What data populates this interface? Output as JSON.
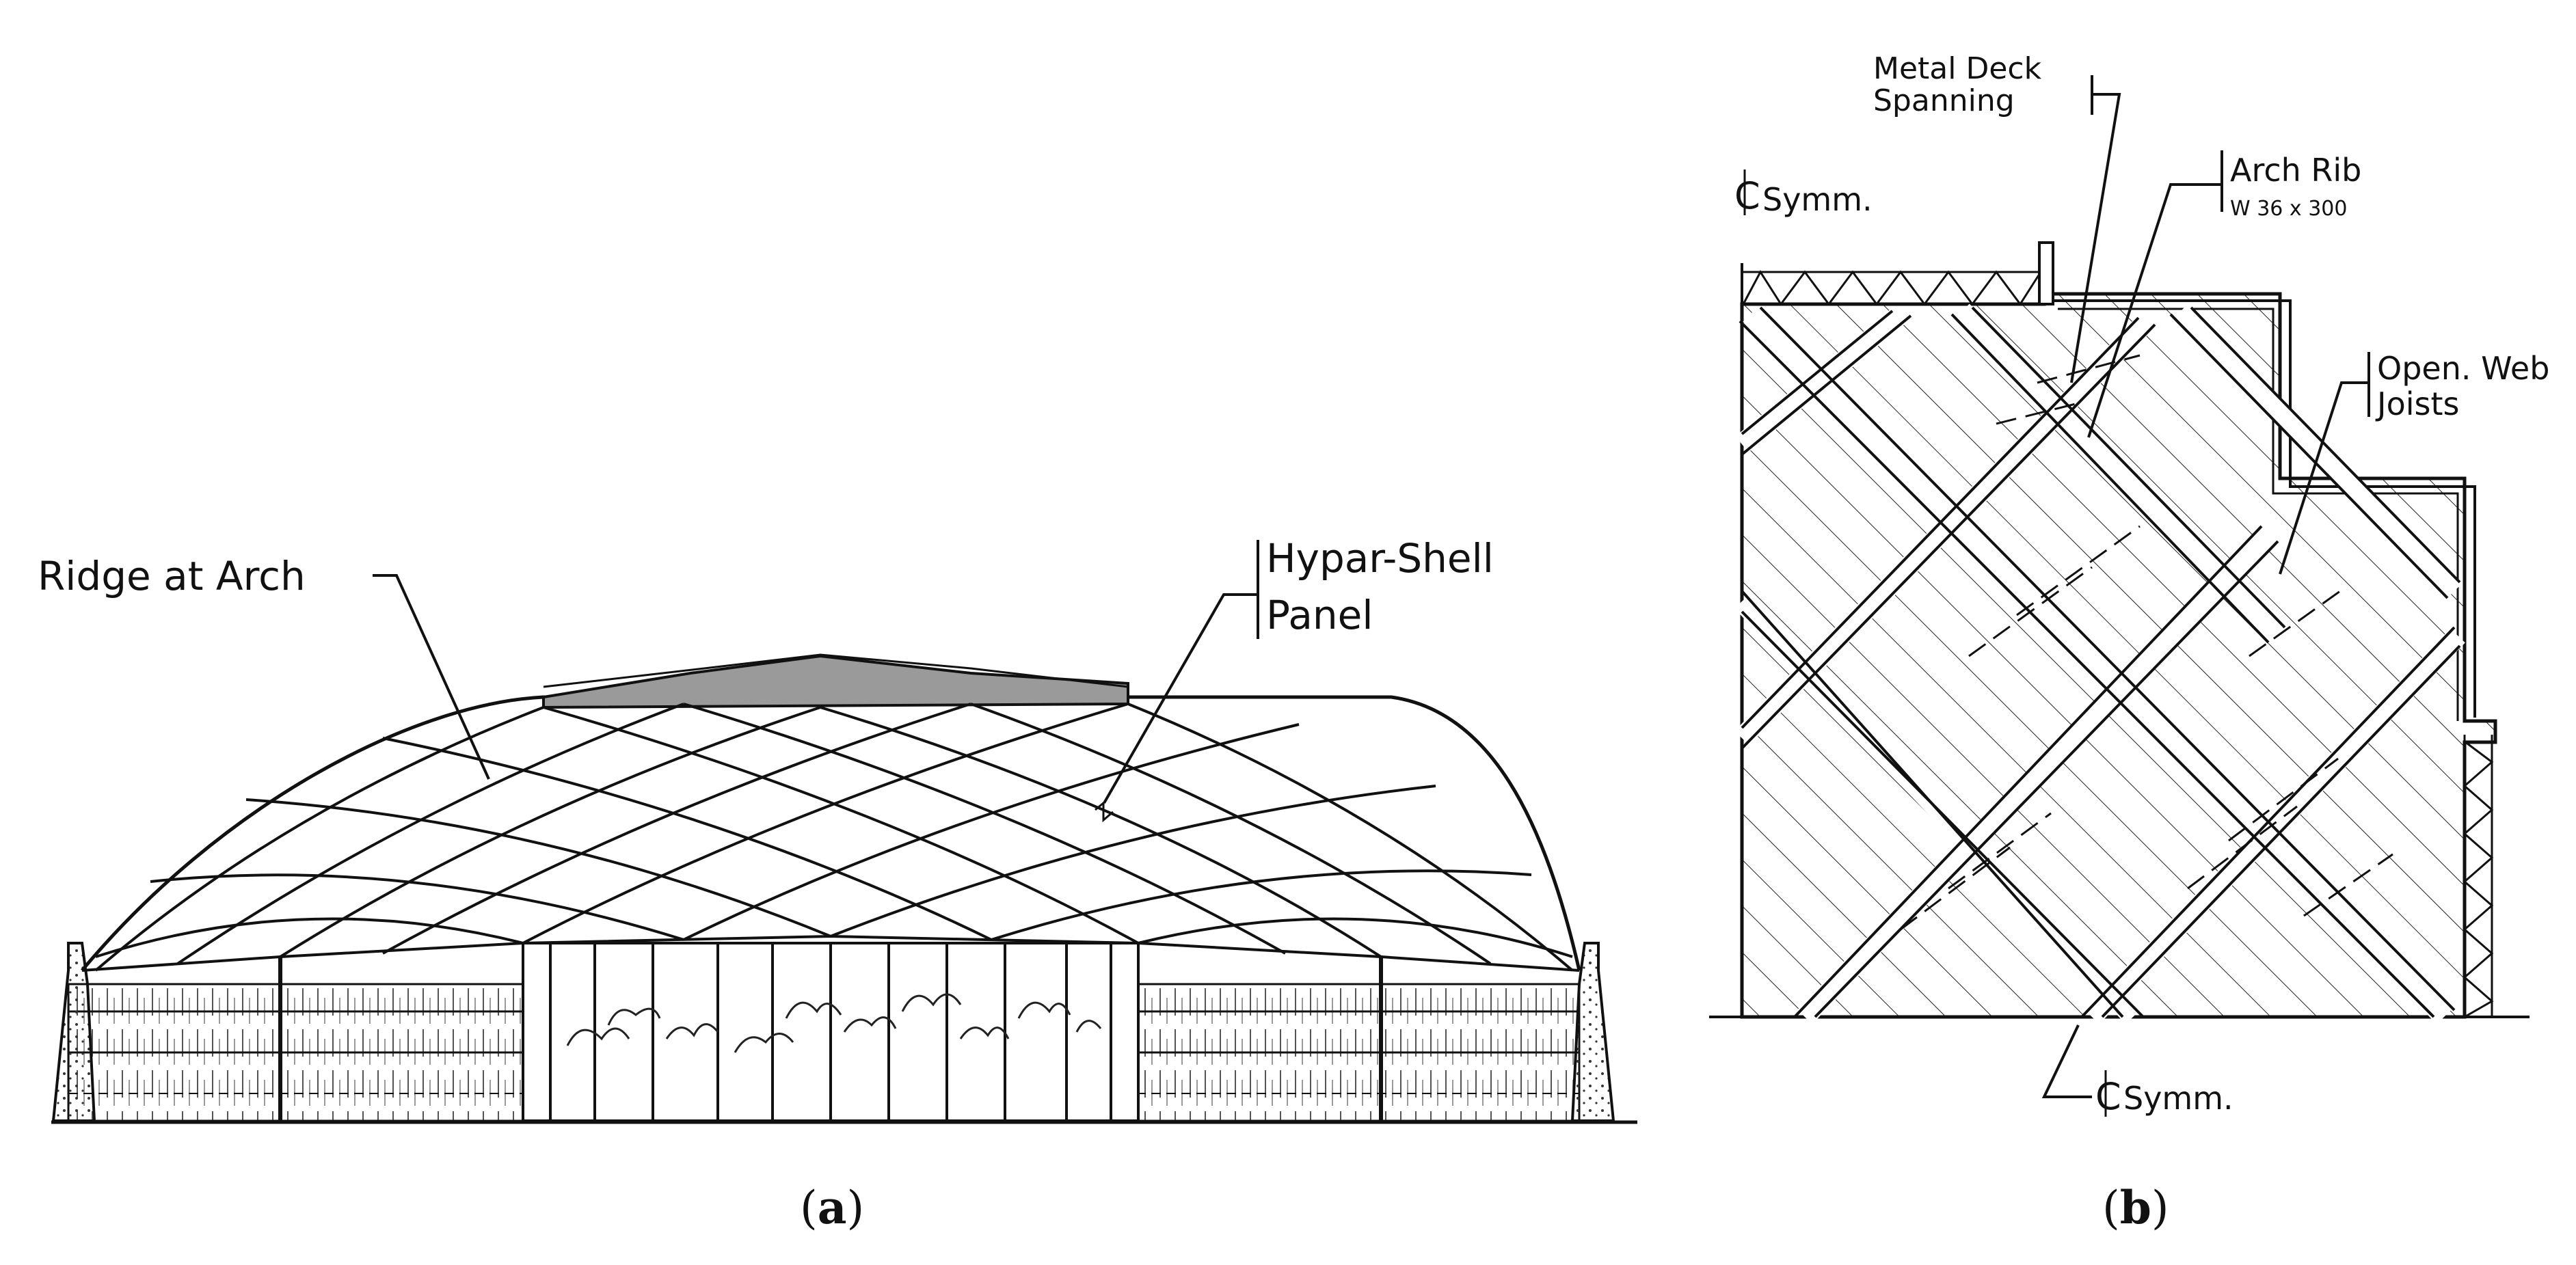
{
  "panel_a": {
    "caption_open": "(",
    "caption_letter": "a",
    "caption_close": ")",
    "label_ridge": "Ridge at Arch",
    "label_hypar_1": "Hypar-Shell",
    "label_hypar_2": "Panel"
  },
  "panel_b": {
    "caption_open": "(",
    "caption_letter": "b",
    "caption_close": ")",
    "label_deck_1": "Metal Deck",
    "label_deck_2": "Spanning",
    "label_rib_1": "Arch Rib",
    "label_rib_2": "W 36 x 300",
    "label_joists_1": "Open. Web",
    "label_joists_2": "Joists",
    "label_symm_top": "Symm.",
    "label_symm_bottom": "Symm."
  },
  "colors": {
    "ink": "#111111",
    "paper": "#ffffff",
    "wall_hatch": "#555555"
  }
}
